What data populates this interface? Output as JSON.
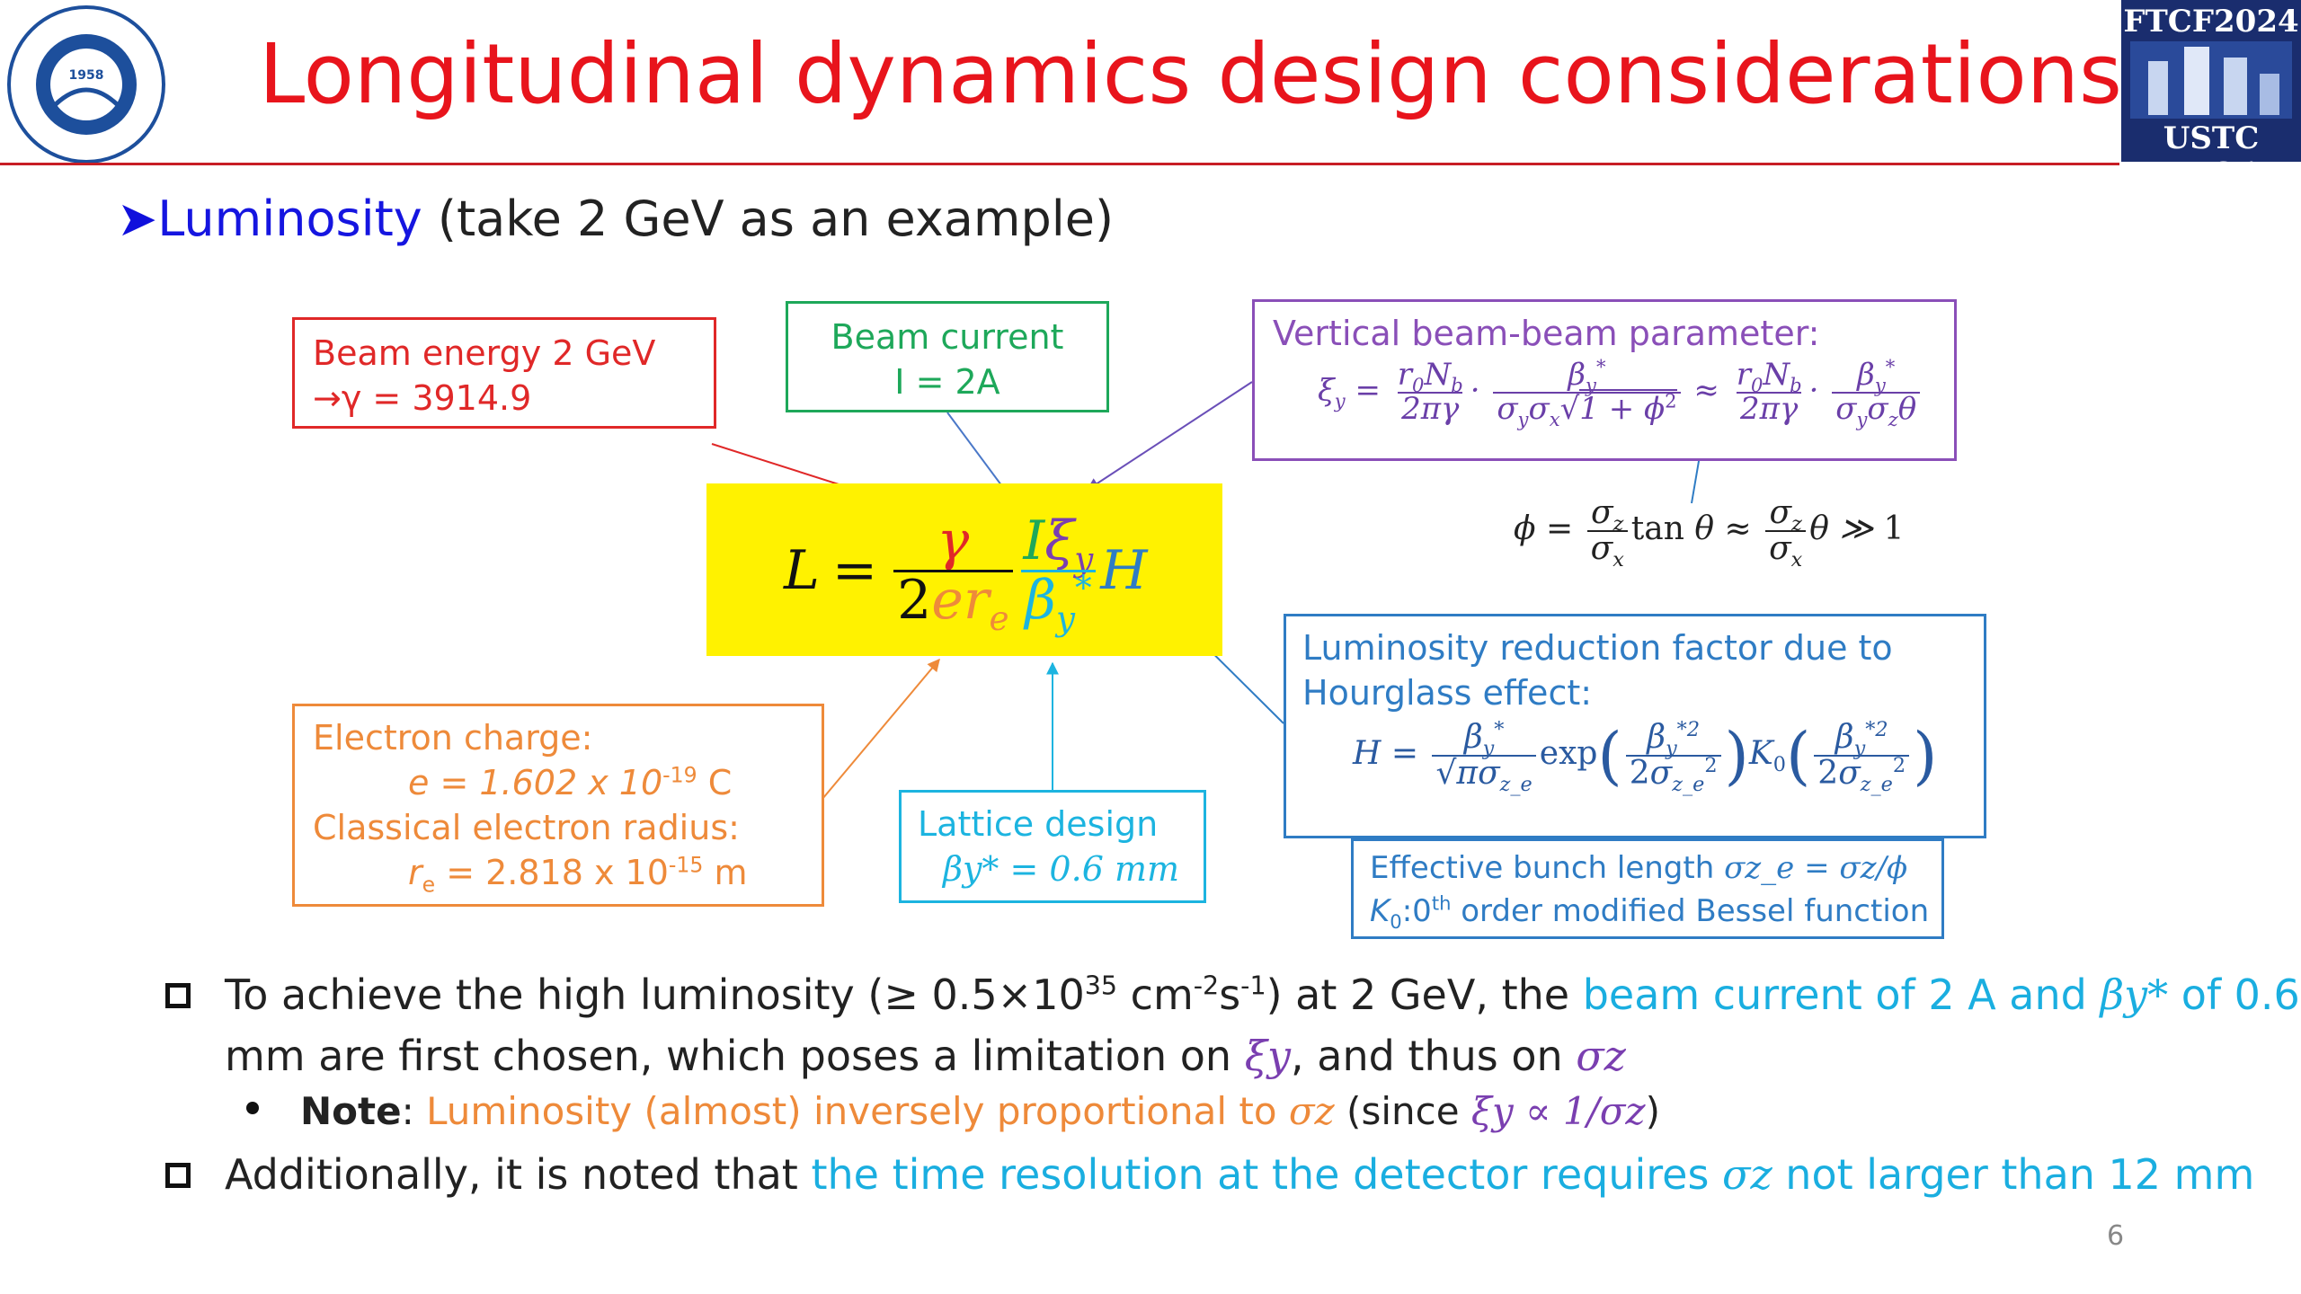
{
  "header": {
    "title": "Longitudinal dynamics design considerations",
    "left_logo_year": "1958",
    "right_logo_top": "FTCF2024",
    "right_logo_bottom": "USTC Hefei"
  },
  "heading": {
    "arrow": "➤",
    "keyword": "Luminosity",
    "rest": " (take 2 GeV as an example)"
  },
  "boxes": {
    "energy": {
      "line1": "Beam energy 2 GeV",
      "line2": "→γ = 3914.9"
    },
    "current": {
      "line1": "Beam current",
      "line2": "I = 2A"
    },
    "vertical": {
      "title": "Vertical beam-beam parameter:"
    },
    "electron": {
      "line1": "Electron charge:",
      "line2_pre": "e = 1.602 x 10",
      "line2_exp": "-19",
      "line2_post": " C",
      "line3": "Classical electron radius:",
      "line4_pre": "r",
      "line4_sub": "e",
      "line4_mid": " = 2.818 x 10",
      "line4_exp": "-15",
      "line4_post": " m"
    },
    "lattice": {
      "line1": "Lattice design",
      "line2": "βy* = 0.6 mm"
    },
    "hourglass": {
      "line1": "Luminosity reduction factor due to",
      "line2": "Hourglass effect:"
    },
    "effective": {
      "line1_pre": "Effective bunch length ",
      "line1_math": "σz_e = σz/ϕ",
      "line2_pre": "K",
      "line2_sub": "0",
      "line2_mid": ":0",
      "line2_sup": "th",
      "line2_post": " order modified Bessel function"
    }
  },
  "bullets": {
    "b1_pre": "To achieve the high luminosity (≥ 0.5×10",
    "b1_exp1": "35",
    "b1_mid": " cm",
    "b1_exp2": "-2",
    "b1_mid2": "s",
    "b1_exp3": "-1",
    "b1_post": ") at 2 GeV, the ",
    "b1_highlight": "beam current of 2 A and ",
    "b1_beta": "βy*",
    "b1_tail": " of 0.6",
    "b1_line2_pre": "mm are first chosen, which poses a limitation on ",
    "b1_xi": "ξy",
    "b1_line2_mid": ", and thus on ",
    "b1_sigma": "σz",
    "note_label": "Note",
    "note_colon": ": ",
    "note_highlight": "Luminosity (almost) inversely proportional to ",
    "note_sigma": "σz",
    "note_since": " (since ",
    "note_math": "ξy ∝ 1/σz",
    "note_close": ")",
    "b2_pre": "Additionally, it is noted that ",
    "b2_highlight": "the time resolution at the detector requires ",
    "b2_sigma": "σz",
    "b2_post": " not larger than 12 mm"
  },
  "page_number": "6",
  "colors": {
    "title_red": "#e8141c",
    "luminosity_blue": "#1515e0",
    "energy_red": "#e02828",
    "current_green": "#1ea85a",
    "beambeam_purple": "#8a4fb8",
    "electron_orange": "#ee8a3a",
    "lattice_cyan": "#1cb4e0",
    "hourglass_blue": "#2f7cc4",
    "formula_yellow": "#fff200"
  }
}
